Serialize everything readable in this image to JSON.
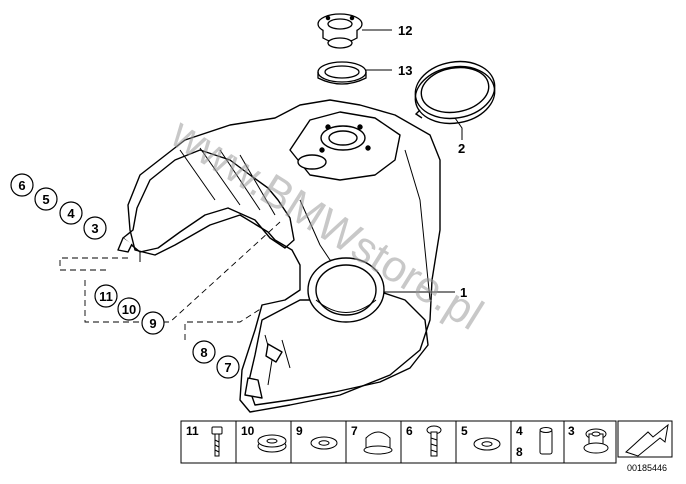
{
  "diagram": {
    "callouts": [
      "12",
      "13",
      "2",
      "1"
    ],
    "left_circles_top": [
      "6",
      "5",
      "4",
      "3"
    ],
    "left_circles_mid": [
      "11",
      "10",
      "9"
    ],
    "left_circles_bottom": [
      "8",
      "7"
    ],
    "parts_strip": [
      {
        "label": "11",
        "icon": "bolt-icon"
      },
      {
        "label": "10",
        "icon": "grommet-icon"
      },
      {
        "label": "9",
        "icon": "washer-icon"
      },
      {
        "label": "7",
        "icon": "cap-icon"
      },
      {
        "label": "6",
        "icon": "screw-icon"
      },
      {
        "label": "5",
        "icon": "washer-icon"
      },
      {
        "label": "4",
        "label2": "8",
        "icon": "sleeve-icon"
      },
      {
        "label": "3",
        "icon": "rubber-mount-icon"
      }
    ],
    "watermark": "www.BMWstore.pl",
    "doc_number": "00185446"
  }
}
